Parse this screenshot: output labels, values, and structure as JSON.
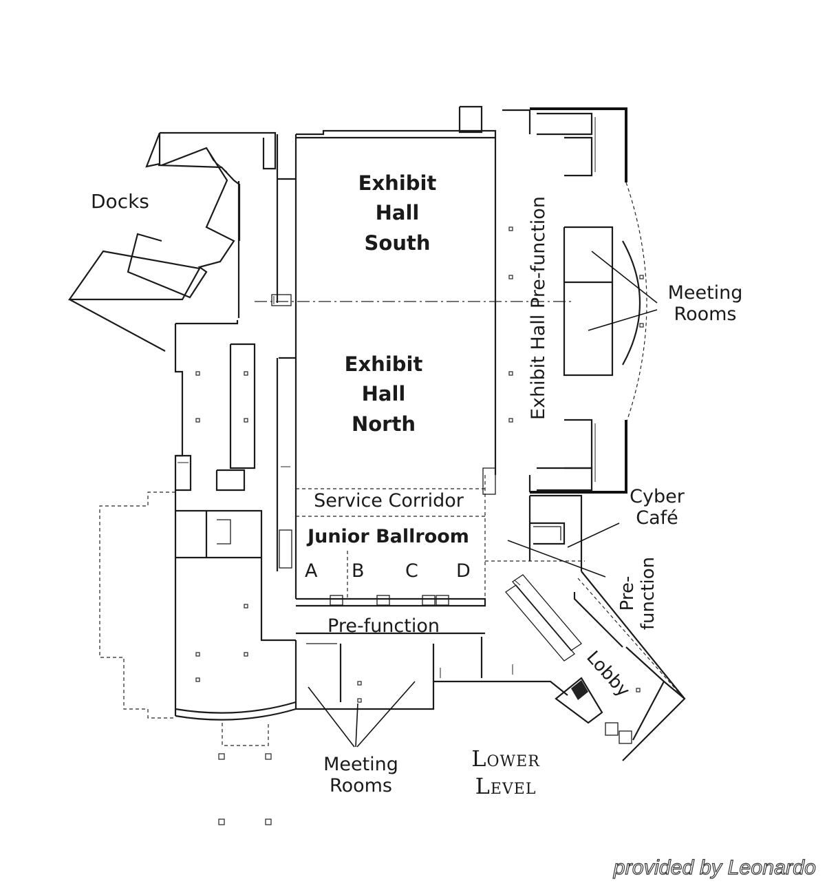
{
  "map": {
    "labels": {
      "docks": "Docks",
      "exhibit_south": [
        "Exhibit",
        "Hall",
        "South"
      ],
      "exhibit_north": [
        "Exhibit",
        "Hall",
        "North"
      ],
      "prefunction_vertical": "Exhibit Hall Pre-function",
      "meeting_rooms_east": [
        "Meeting",
        "Rooms"
      ],
      "service_corridor": "Service Corridor",
      "junior_ballroom": "Junior Ballroom",
      "sections": [
        "A",
        "B",
        "C",
        "D"
      ],
      "cyber_cafe": [
        "Cyber",
        "Café"
      ],
      "prefunction_east": [
        "Pre-",
        "function"
      ],
      "prefunction_south": "Pre-function",
      "lobby": "Lobby",
      "meeting_rooms_south": [
        "Meeting",
        "Rooms"
      ],
      "level": [
        "Lower",
        "Level"
      ]
    },
    "credit": "provided by Leonardo"
  }
}
